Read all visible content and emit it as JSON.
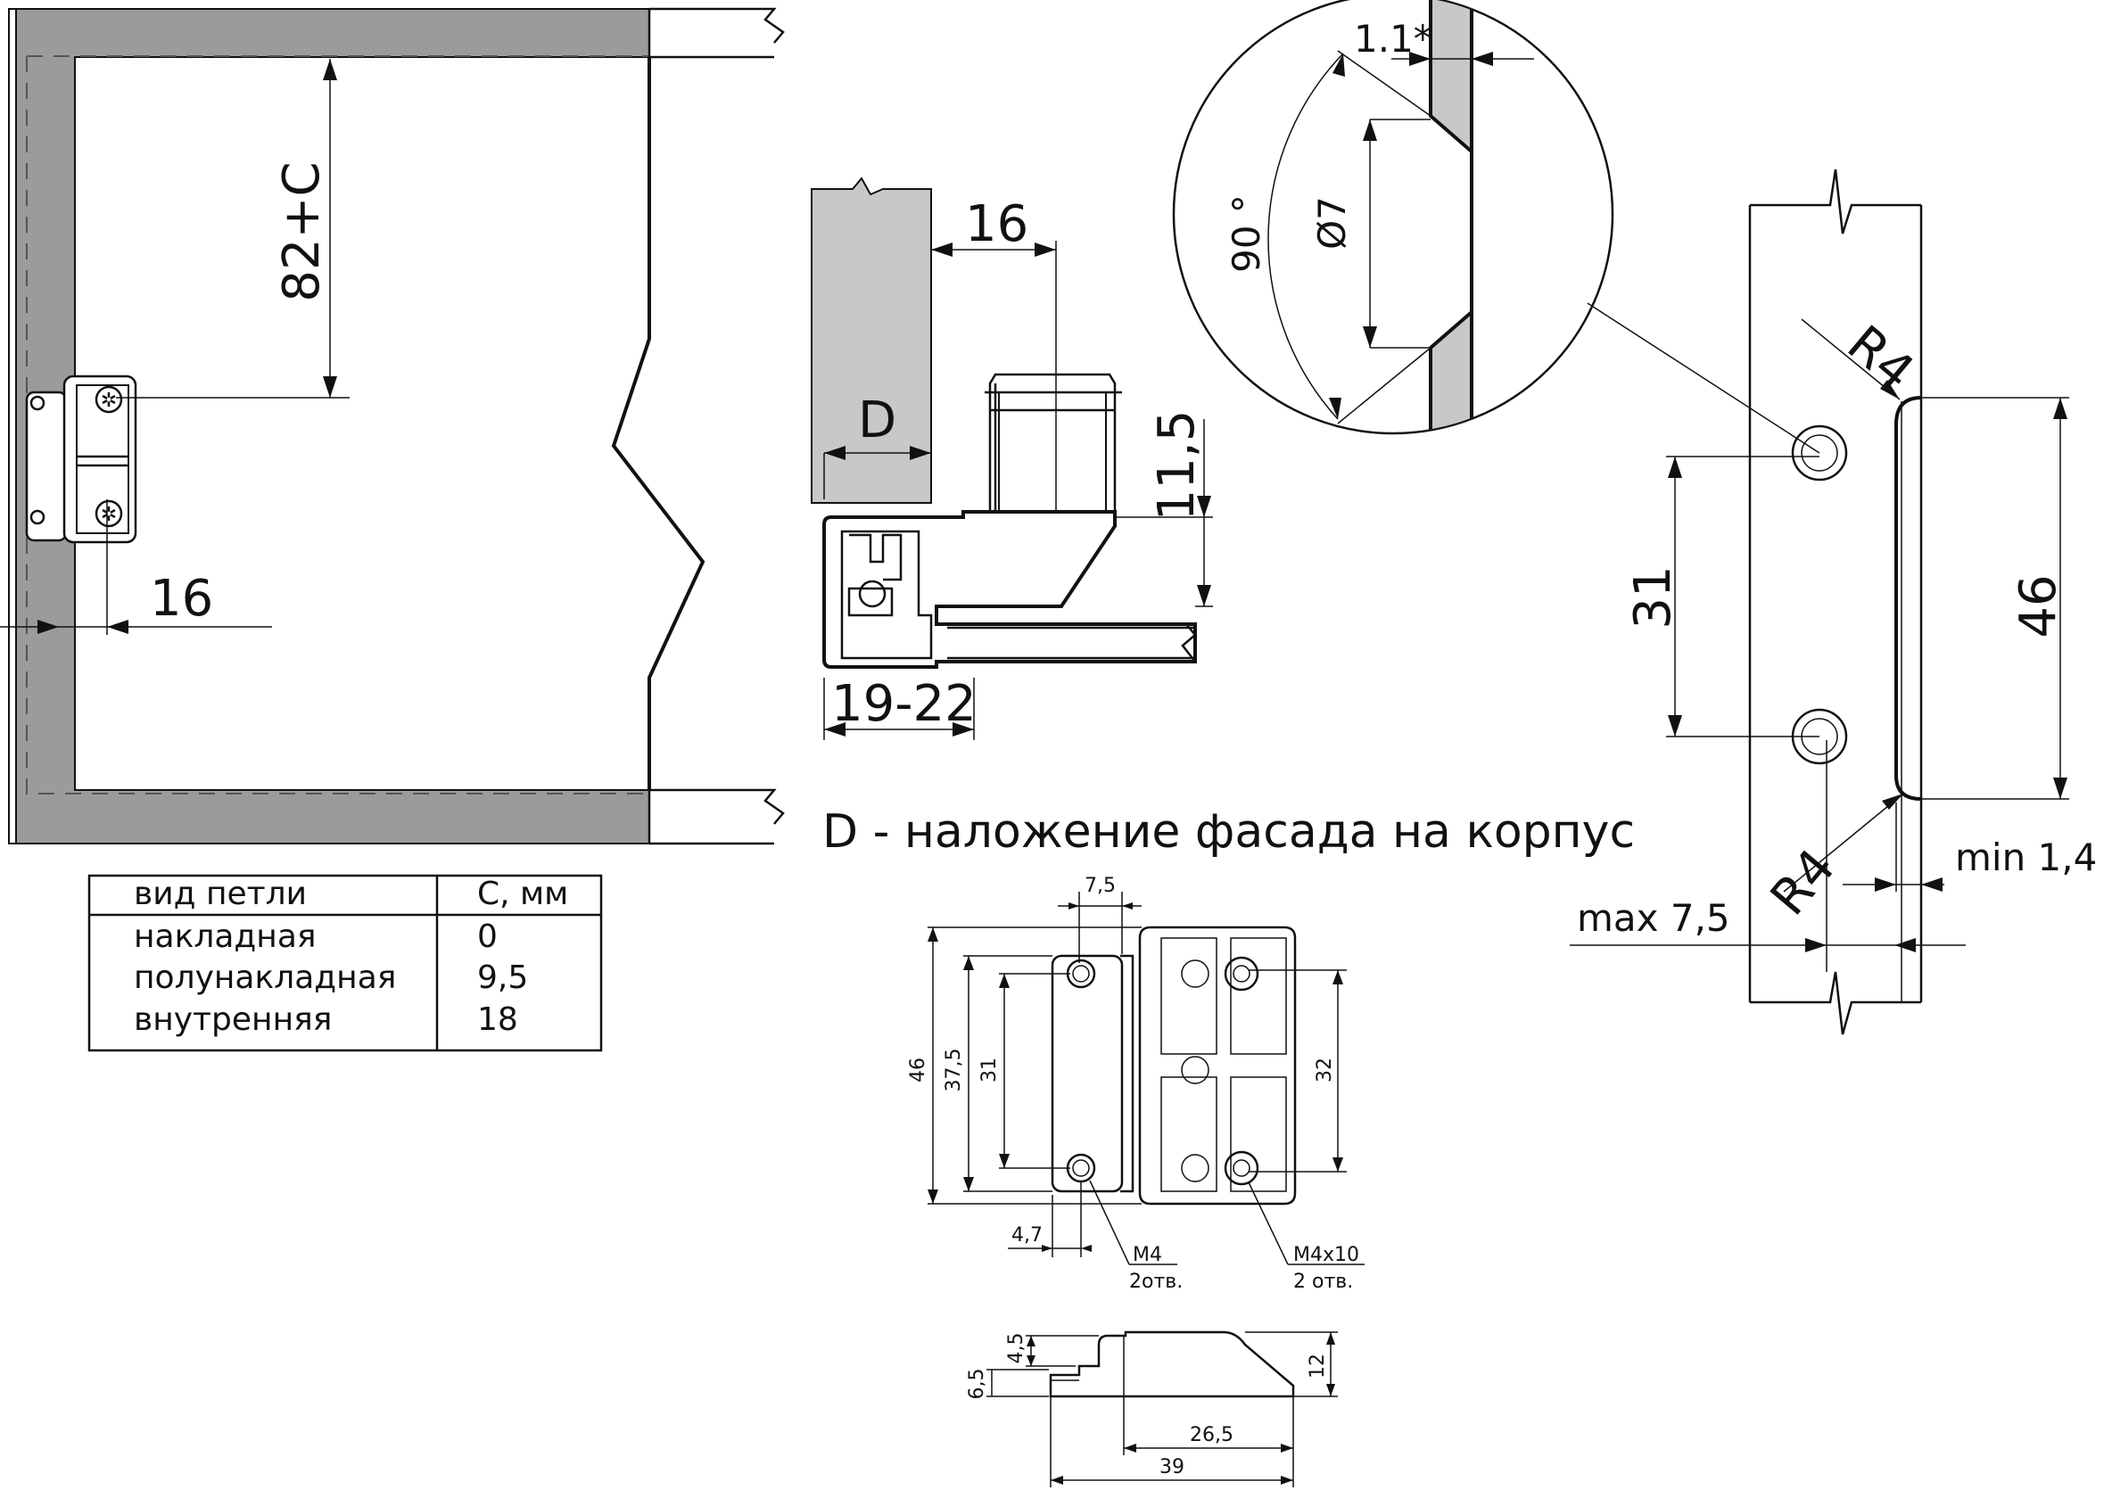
{
  "labels": {
    "dim_82c": "82+C",
    "dim_16_left": "16",
    "dim_16_section": "16",
    "dim_d": "D",
    "dim_11_5": "11,5",
    "dim_19_22": "19-22",
    "caption": "D - наложение фасада на корпус",
    "dim_1_1": "1.1*",
    "dim_90": "90 °",
    "dim_phi7": "Ø7",
    "dim_r4_top": "R4",
    "dim_r4_bottom": "R4",
    "dim_31_right": "31",
    "dim_46_right": "46",
    "dim_min": "min 1,4",
    "dim_max": "max 7,5",
    "hinge_7_5": "7,5",
    "hinge_46": "46",
    "hinge_37_5": "37,5",
    "hinge_31": "31",
    "hinge_32": "32",
    "hinge_4_7": "4,7",
    "hinge_m4": "M4",
    "hinge_m4_holes": "2отв.",
    "hinge_m4x10": "M4x10",
    "hinge_m4x10_holes": "2 отв.",
    "side_4_5": "4,5",
    "side_6_5": "6,5",
    "side_12": "12",
    "side_26_5": "26,5",
    "side_39": "39"
  },
  "table": {
    "headers": [
      "вид петли",
      "C, мм"
    ],
    "rows": [
      [
        "накладная",
        "0"
      ],
      [
        "полунакладная",
        "9,5"
      ],
      [
        "внутренняя",
        "18"
      ]
    ]
  }
}
